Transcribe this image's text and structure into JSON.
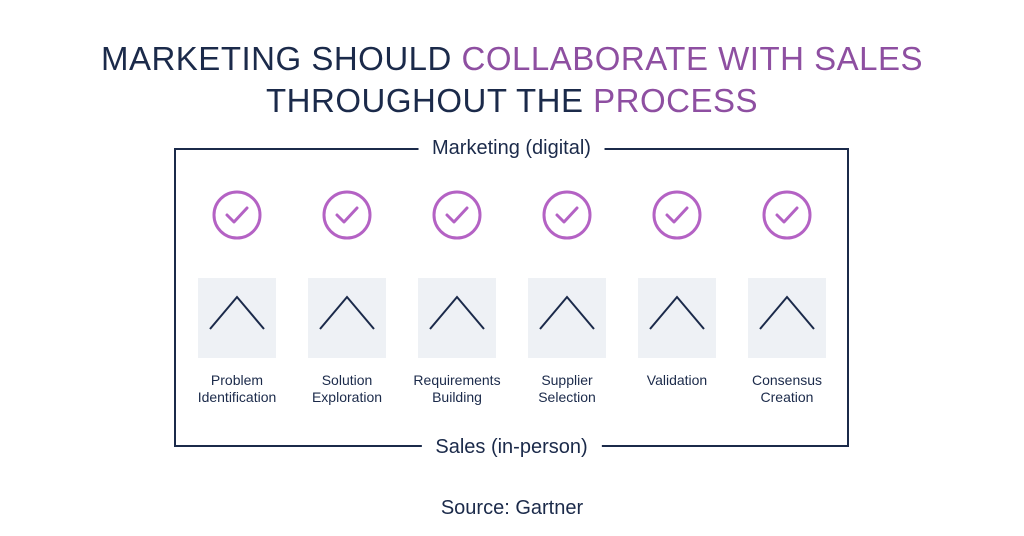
{
  "title": {
    "line1_part1": "MARKETING SHOULD ",
    "line1_part2": "COLLABORATE WITH SALES",
    "line2_part1": "THROUGHOUT THE ",
    "line2_part2": "PROCESS"
  },
  "frame": {
    "top_label": "Marketing (digital)",
    "bottom_label": "Sales (in-person)"
  },
  "stages": [
    {
      "line1": "Problem",
      "line2": "Identification"
    },
    {
      "line1": "Solution",
      "line2": "Exploration"
    },
    {
      "line1": "Requirements",
      "line2": "Building"
    },
    {
      "line1": "Supplier",
      "line2": "Selection"
    },
    {
      "line1": "Validation",
      "line2": ""
    },
    {
      "line1": "Consensus",
      "line2": "Creation"
    }
  ],
  "source": "Source: Gartner",
  "colors": {
    "navy": "#1b2a4a",
    "purple": "#8e4fa1",
    "check": "#b462c4",
    "box": "#eef1f5"
  },
  "icons": {
    "top_row": "check-circle-icon",
    "bottom_row": "chevron-up-icon"
  }
}
